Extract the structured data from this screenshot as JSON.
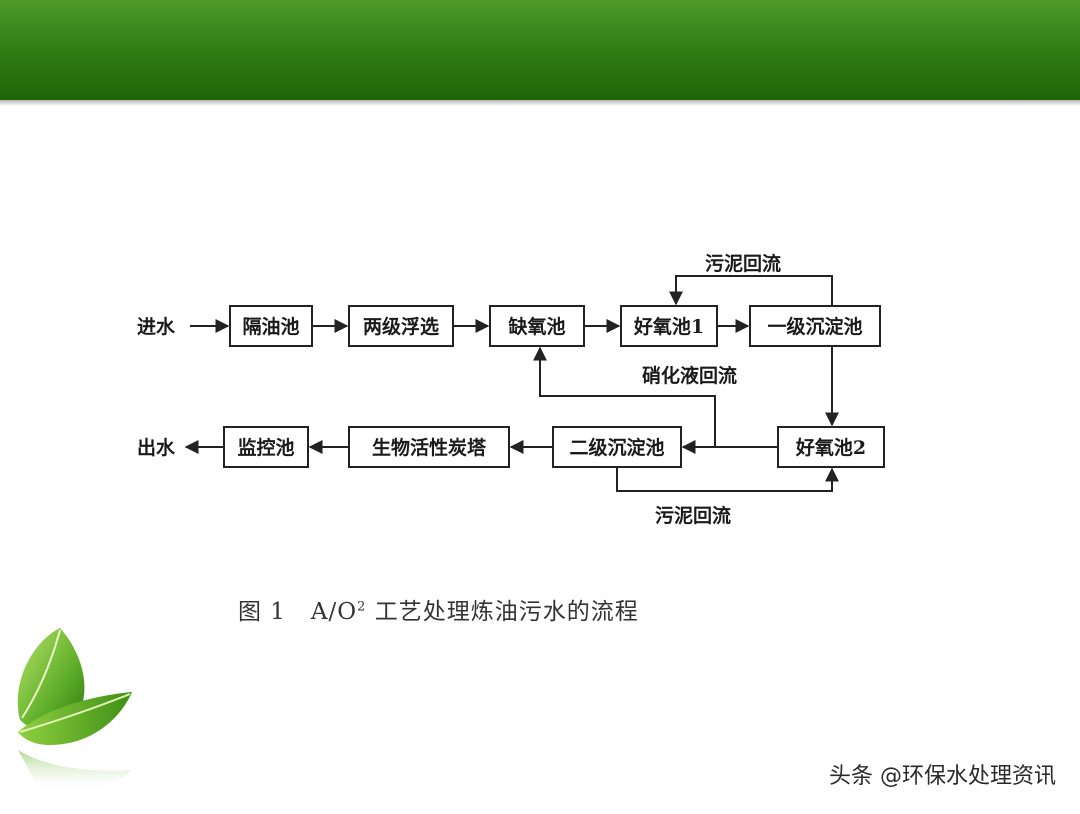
{
  "nodes": {
    "inflow": "进水",
    "oil_separator": "隔油池",
    "two_stage_flotation": "两级浮选",
    "anoxic_tank": "缺氧池",
    "aerobic_tank_1": "好氧池1",
    "primary_settling": "一级沉淀池",
    "aerobic_tank_2": "好氧池2",
    "secondary_settling": "二级沉淀池",
    "bio_activated_carbon_tower": "生物活性炭塔",
    "monitoring_tank": "监控池",
    "outflow": "出水"
  },
  "edge_labels": {
    "sludge_return_top": "污泥回流",
    "nitrate_return": "硝化液回流",
    "sludge_return_bottom": "污泥回流"
  },
  "caption": {
    "fig_no": "图 1",
    "title_prefix": "A/O",
    "title_sup": "2",
    "title_rest": " 工艺处理炼油污水的流程"
  },
  "watermark": "头条 @环保水处理资讯",
  "colors": {
    "banner": "#2e7a12",
    "line": "#222222"
  }
}
